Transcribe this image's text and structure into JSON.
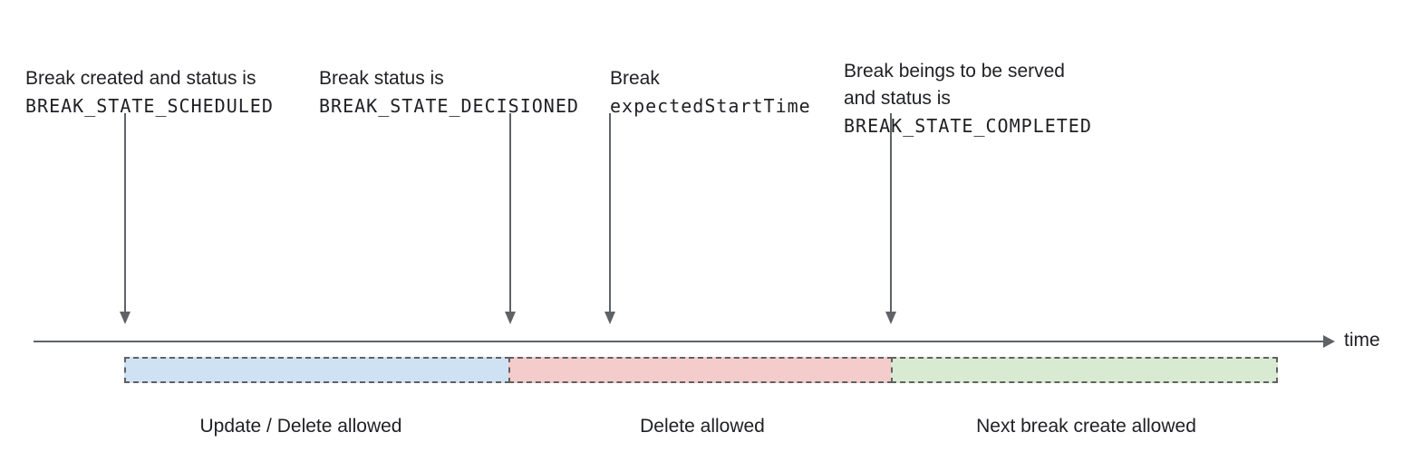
{
  "annotations": [
    {
      "text": "Break created and status is",
      "code": "BREAK_STATE_SCHEDULED"
    },
    {
      "text": "Break status is",
      "code": "BREAK_STATE_DECISIONED"
    },
    {
      "text": "Break",
      "code": "expectedStartTime"
    },
    {
      "text": "Break beings to be served\nand status is",
      "code": "BREAK_STATE_COMPLETED"
    }
  ],
  "timeline": {
    "axis_label": "time"
  },
  "segments": [
    {
      "label": "Update / Delete allowed",
      "fill": "#cfe2f3"
    },
    {
      "label": "Delete allowed",
      "fill": "#f4cccc"
    },
    {
      "label": "Next break create allowed",
      "fill": "#d9ead3"
    }
  ],
  "colors": {
    "text": "#202124",
    "line": "#5f6368",
    "segment_border": "#616161"
  }
}
